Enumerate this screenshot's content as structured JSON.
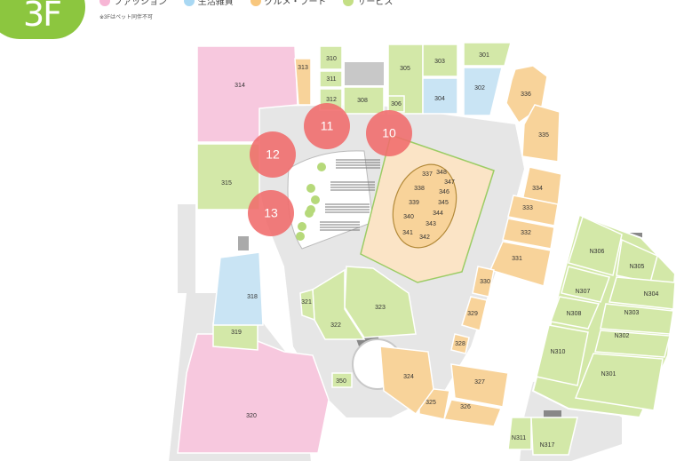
{
  "floor": {
    "label": "3F"
  },
  "legend": [
    {
      "label": "ファッション",
      "color": "#f7b6d5"
    },
    {
      "label": "生活雑貨",
      "color": "#a9d8f3"
    },
    {
      "label": "グルメ・フード",
      "color": "#f8c77e"
    },
    {
      "label": "サービス",
      "color": "#c4df85"
    }
  ],
  "note": "※3Fはペット同伴不可",
  "colors": {
    "fashion": "#f7c8de",
    "goods": "#c9e4f4",
    "food": "#f8d39a",
    "service": "#d3e8a8",
    "court": "#fbe4c6",
    "corridor": "#e6e6e6",
    "wall": "#c8c8c8",
    "marker": "#f06b6b"
  },
  "stores": [
    {
      "id": "314",
      "category": "fashion"
    },
    {
      "id": "313",
      "category": "food"
    },
    {
      "id": "310",
      "category": "service"
    },
    {
      "id": "311",
      "category": "service"
    },
    {
      "id": "312",
      "category": "service"
    },
    {
      "id": "308",
      "category": "service"
    },
    {
      "id": "305",
      "category": "service"
    },
    {
      "id": "303",
      "category": "service"
    },
    {
      "id": "304",
      "category": "goods"
    },
    {
      "id": "306",
      "category": "service"
    },
    {
      "id": "301",
      "category": "service"
    },
    {
      "id": "302",
      "category": "goods"
    },
    {
      "id": "336",
      "category": "food"
    },
    {
      "id": "335",
      "category": "food"
    },
    {
      "id": "334",
      "category": "food"
    },
    {
      "id": "333",
      "category": "food"
    },
    {
      "id": "332",
      "category": "food"
    },
    {
      "id": "331",
      "category": "food"
    },
    {
      "id": "330",
      "category": "food"
    },
    {
      "id": "329",
      "category": "food"
    },
    {
      "id": "328",
      "category": "food"
    },
    {
      "id": "327",
      "category": "food"
    },
    {
      "id": "326",
      "category": "food"
    },
    {
      "id": "325",
      "category": "food"
    },
    {
      "id": "324",
      "category": "food"
    },
    {
      "id": "323",
      "category": "service"
    },
    {
      "id": "322",
      "category": "service"
    },
    {
      "id": "321",
      "category": "service"
    },
    {
      "id": "320",
      "category": "fashion"
    },
    {
      "id": "319",
      "category": "service"
    },
    {
      "id": "318",
      "category": "goods"
    },
    {
      "id": "315",
      "category": "service"
    },
    {
      "id": "350",
      "category": "service"
    },
    {
      "id": "337",
      "category": "food"
    },
    {
      "id": "338",
      "category": "food"
    },
    {
      "id": "339",
      "category": "food"
    },
    {
      "id": "340",
      "category": "food"
    },
    {
      "id": "341",
      "category": "food"
    },
    {
      "id": "342",
      "category": "food"
    },
    {
      "id": "343",
      "category": "food"
    },
    {
      "id": "344",
      "category": "food"
    },
    {
      "id": "345",
      "category": "food"
    },
    {
      "id": "346",
      "category": "food"
    },
    {
      "id": "347",
      "category": "food"
    },
    {
      "id": "348",
      "category": "food"
    },
    {
      "id": "N306",
      "category": "service"
    },
    {
      "id": "N305",
      "category": "service"
    },
    {
      "id": "N307",
      "category": "service"
    },
    {
      "id": "N304",
      "category": "service"
    },
    {
      "id": "N308",
      "category": "service"
    },
    {
      "id": "N303",
      "category": "service"
    },
    {
      "id": "N302",
      "category": "service"
    },
    {
      "id": "N310",
      "category": "service"
    },
    {
      "id": "N301",
      "category": "service"
    },
    {
      "id": "N311",
      "category": "service"
    },
    {
      "id": "N317",
      "category": "service"
    }
  ],
  "markers": [
    {
      "label": "10"
    },
    {
      "label": "11"
    },
    {
      "label": "12"
    },
    {
      "label": "13"
    }
  ]
}
